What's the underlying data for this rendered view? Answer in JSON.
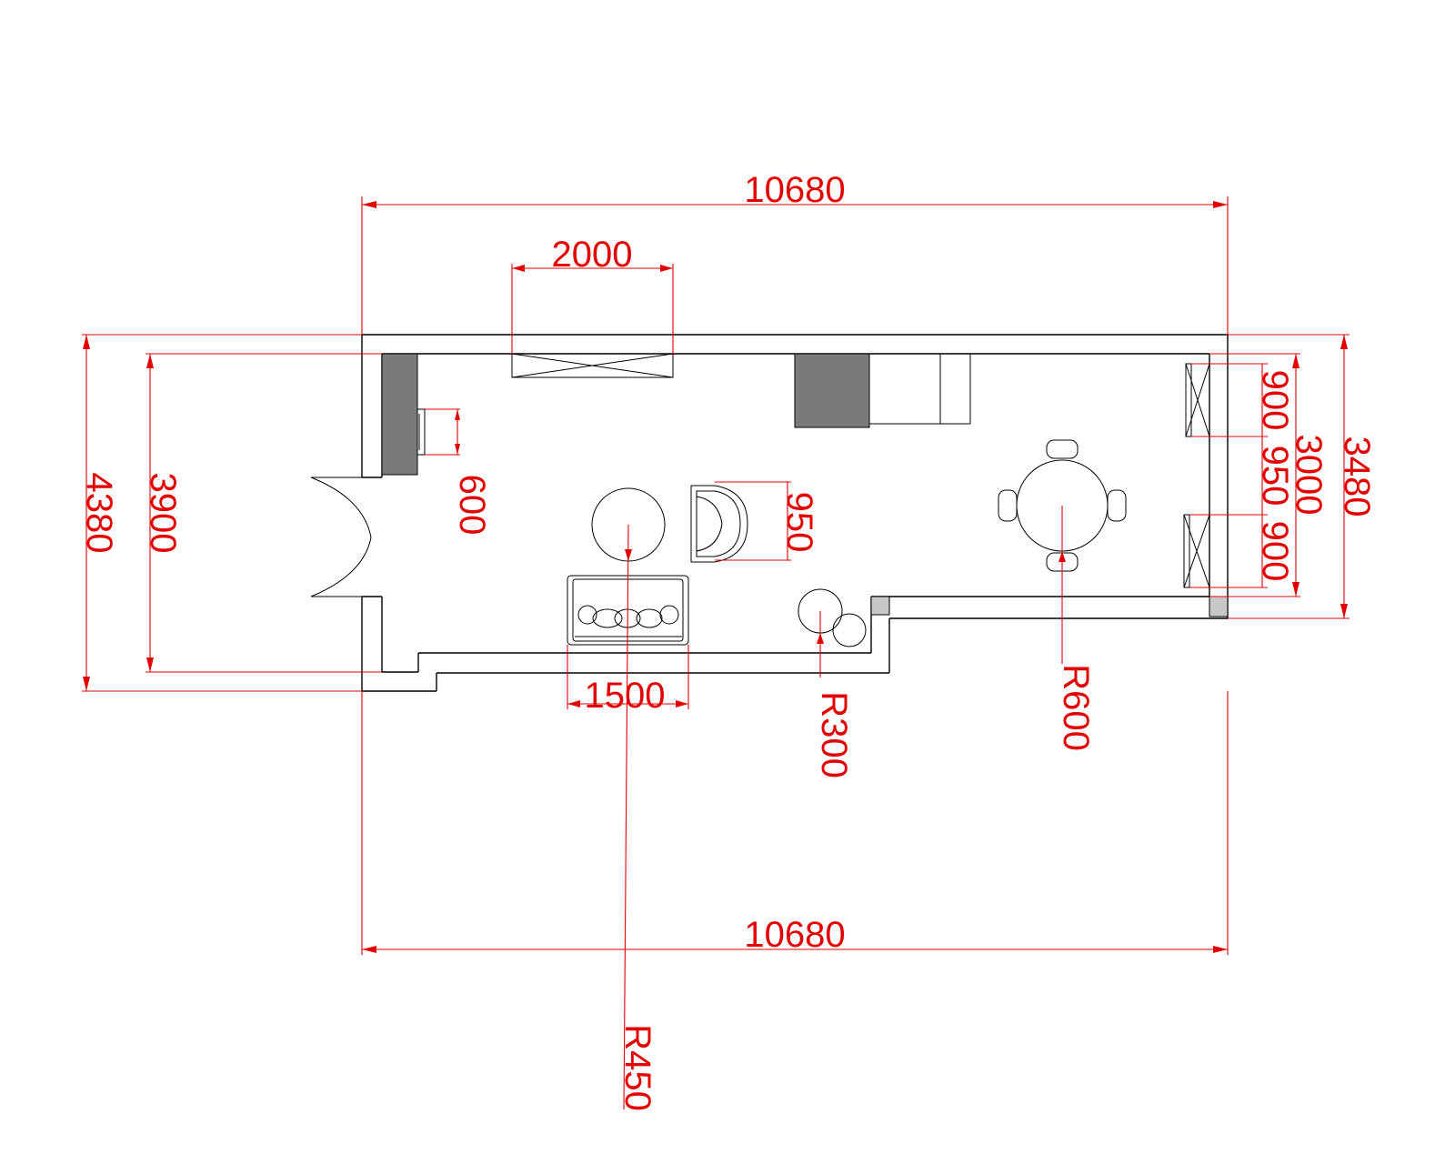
{
  "dimensions": {
    "top_overall": "10680",
    "bottom_overall": "10680",
    "window_width": "2000",
    "left_outer": "4380",
    "left_inner": "3900",
    "right_outer": "3480",
    "right_inner": "3000",
    "right_seg_top": "900",
    "right_seg_mid": "950",
    "right_seg_bottom": "900",
    "cabinet_depth": "600",
    "chair_depth": "950",
    "sofa_width": "1500",
    "coffee_table_radius": "R450",
    "side_table_radius": "R300",
    "dining_table_radius": "R600"
  },
  "colors": {
    "dimension": "#e30000",
    "wall": "#000000",
    "cabinet_fill": "#7a7a7a"
  }
}
